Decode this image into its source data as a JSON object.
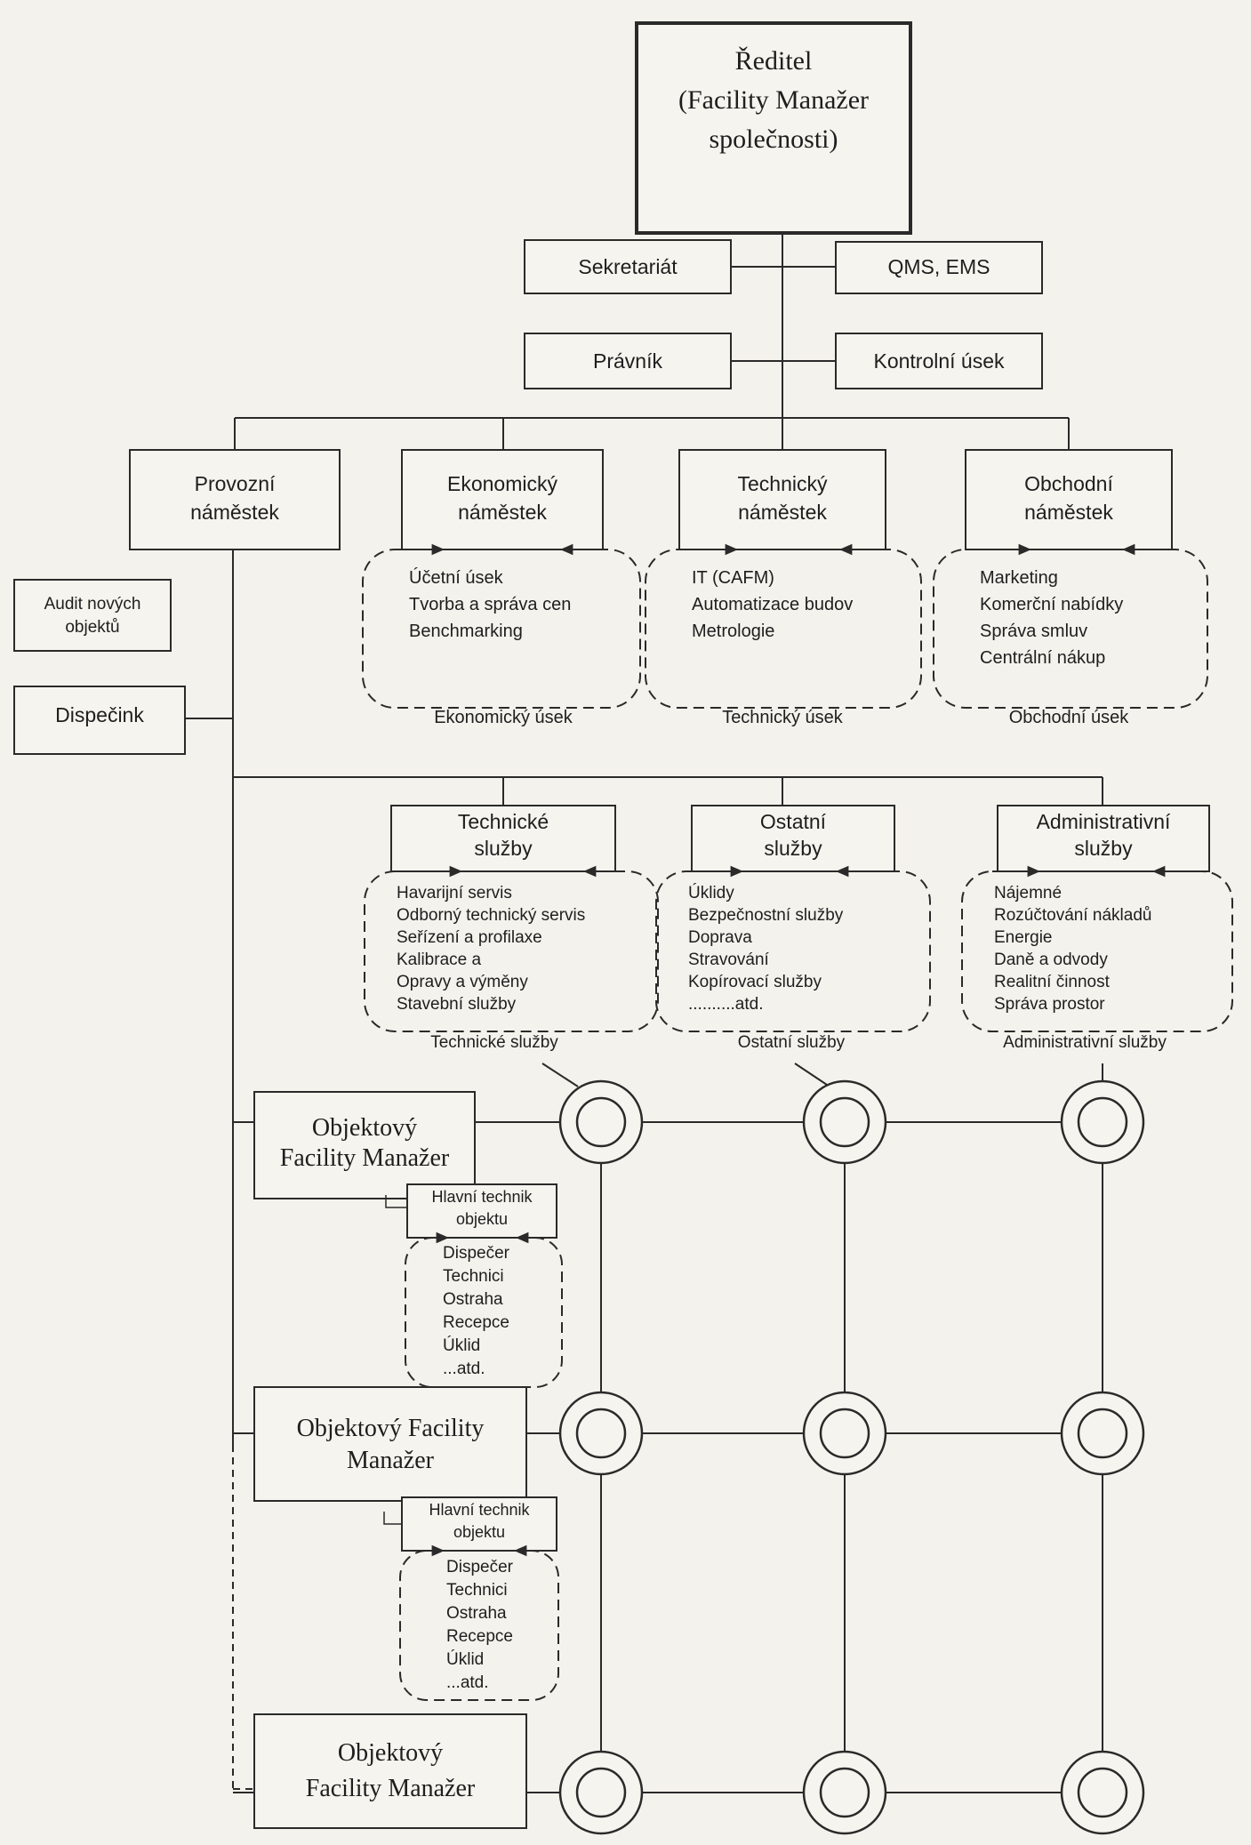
{
  "director": {
    "lines": [
      "Ředitel",
      "(Facility Manažer",
      "společnosti)"
    ]
  },
  "staff": {
    "secretariat": "Sekretariát",
    "qms": "QMS, EMS",
    "lawyer": "Právník",
    "control": "Kontrolní úsek"
  },
  "deputies": {
    "operations": [
      "Provozní",
      "náměstek"
    ],
    "economic": [
      "Ekonomický",
      "náměstek"
    ],
    "technical": [
      "Technický",
      "náměstek"
    ],
    "commercial": [
      "Obchodní",
      "náměstek"
    ]
  },
  "operations_units": {
    "audit": [
      "Audit nových",
      "objektů"
    ],
    "dispatch": "Dispečink"
  },
  "departments": {
    "economic": {
      "items": [
        "Účetní úsek",
        "Tvorba a správa cen",
        "Benchmarking"
      ],
      "caption": "Ekonomický úsek"
    },
    "technical": {
      "items": [
        "IT (CAFM)",
        "Automatizace budov",
        "Metrologie"
      ],
      "caption": "Technický úsek"
    },
    "commercial": {
      "items": [
        "Marketing",
        "Komerční nabídky",
        "Správa smluv",
        "Centrální nákup"
      ],
      "caption": "Obchodní úsek"
    }
  },
  "services": {
    "technical": {
      "title": [
        "Technické",
        "služby"
      ],
      "items": [
        "Havarijní servis",
        "Odborný technický servis",
        "Seřízení a profilaxe",
        "Kalibrace a",
        "Opravy a výměny",
        "Stavební služby"
      ],
      "caption": "Technické služby"
    },
    "other": {
      "title": [
        "Ostatní",
        "služby"
      ],
      "items": [
        "Úklidy",
        "Bezpečnostní služby",
        "Doprava",
        "Stravování",
        "Kopírovací služby",
        "..........atd."
      ],
      "caption": "Ostatní služby"
    },
    "admin": {
      "title": [
        "Administrativní",
        "služby"
      ],
      "items": [
        "Nájemné",
        "Rozúčtování nákladů",
        "Energie",
        "Daně a odvody",
        "Realitní činnost",
        "Správa prostor"
      ],
      "caption": "Administrativní služby"
    }
  },
  "facility_managers": [
    {
      "name": [
        "Objektový",
        "Facility Manažer"
      ],
      "chief": [
        "Hlavní technik",
        "objektu"
      ],
      "staff": [
        "Dispečer",
        "Technici",
        "Ostraha",
        "Recepce",
        "Úklid",
        "...atd."
      ]
    },
    {
      "name": [
        "Objektový Facility",
        "Manažer"
      ],
      "chief": [
        "Hlavní technik",
        "objektu"
      ],
      "staff": [
        "Dispečer",
        "Technici",
        "Ostraha",
        "Recepce",
        "Úklid",
        "...atd."
      ]
    },
    {
      "name": [
        "Objektový",
        "Facility Manažer"
      ]
    }
  ],
  "colors": {
    "line": "#2a2a2a",
    "background": "#f4f2ec",
    "box_fill": "#f6f4ee"
  }
}
